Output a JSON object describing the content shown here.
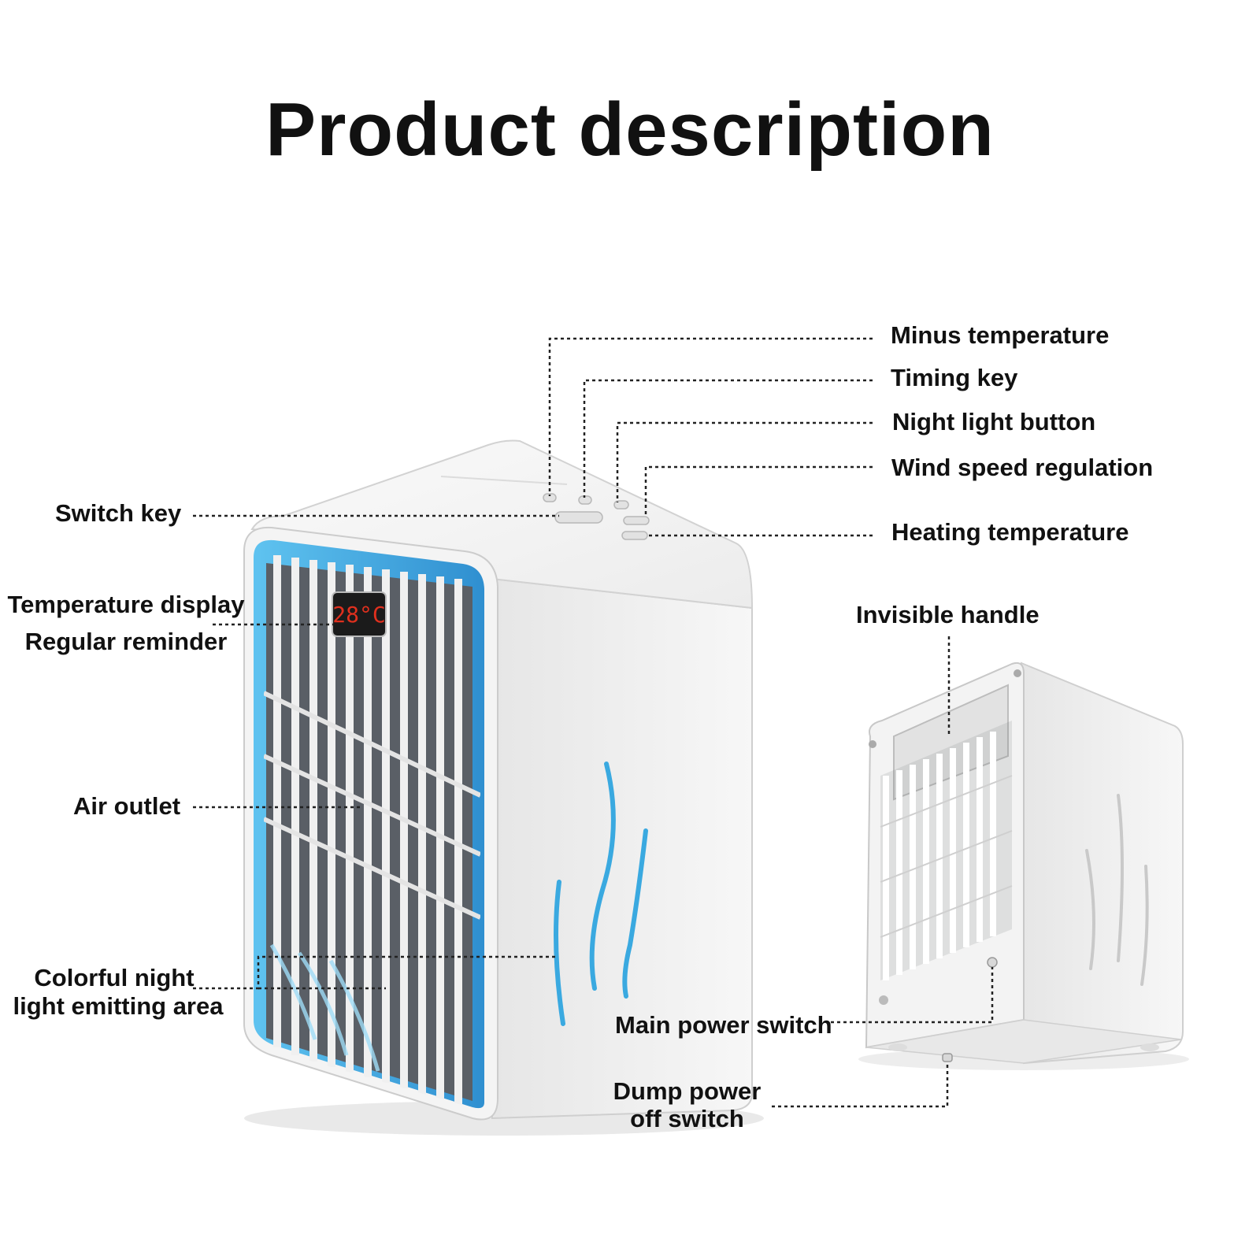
{
  "title": "Product description",
  "display_reading": "28°C",
  "labels": {
    "minus_temperature": "Minus temperature",
    "timing_key": "Timing key",
    "night_light_button": "Night light button",
    "wind_speed_regulation": "Wind speed regulation",
    "heating_temperature": "Heating temperature",
    "switch_key": "Switch key",
    "temperature_display": "Temperature display",
    "regular_reminder": "Regular reminder",
    "air_outlet": "Air outlet",
    "colorful_night_line1": "Colorful night",
    "colorful_night_line2": "light emitting area",
    "invisible_handle": "Invisible handle",
    "main_power_switch": "Main power switch",
    "dump_power_line1": "Dump power",
    "dump_power_line2": "off switch"
  },
  "colors": {
    "accent_blue": "#3aa9e0",
    "grille_dark": "#555a60",
    "body_white": "#f2f2f2",
    "display_red": "#e0301e",
    "leader_line": "#222222"
  }
}
